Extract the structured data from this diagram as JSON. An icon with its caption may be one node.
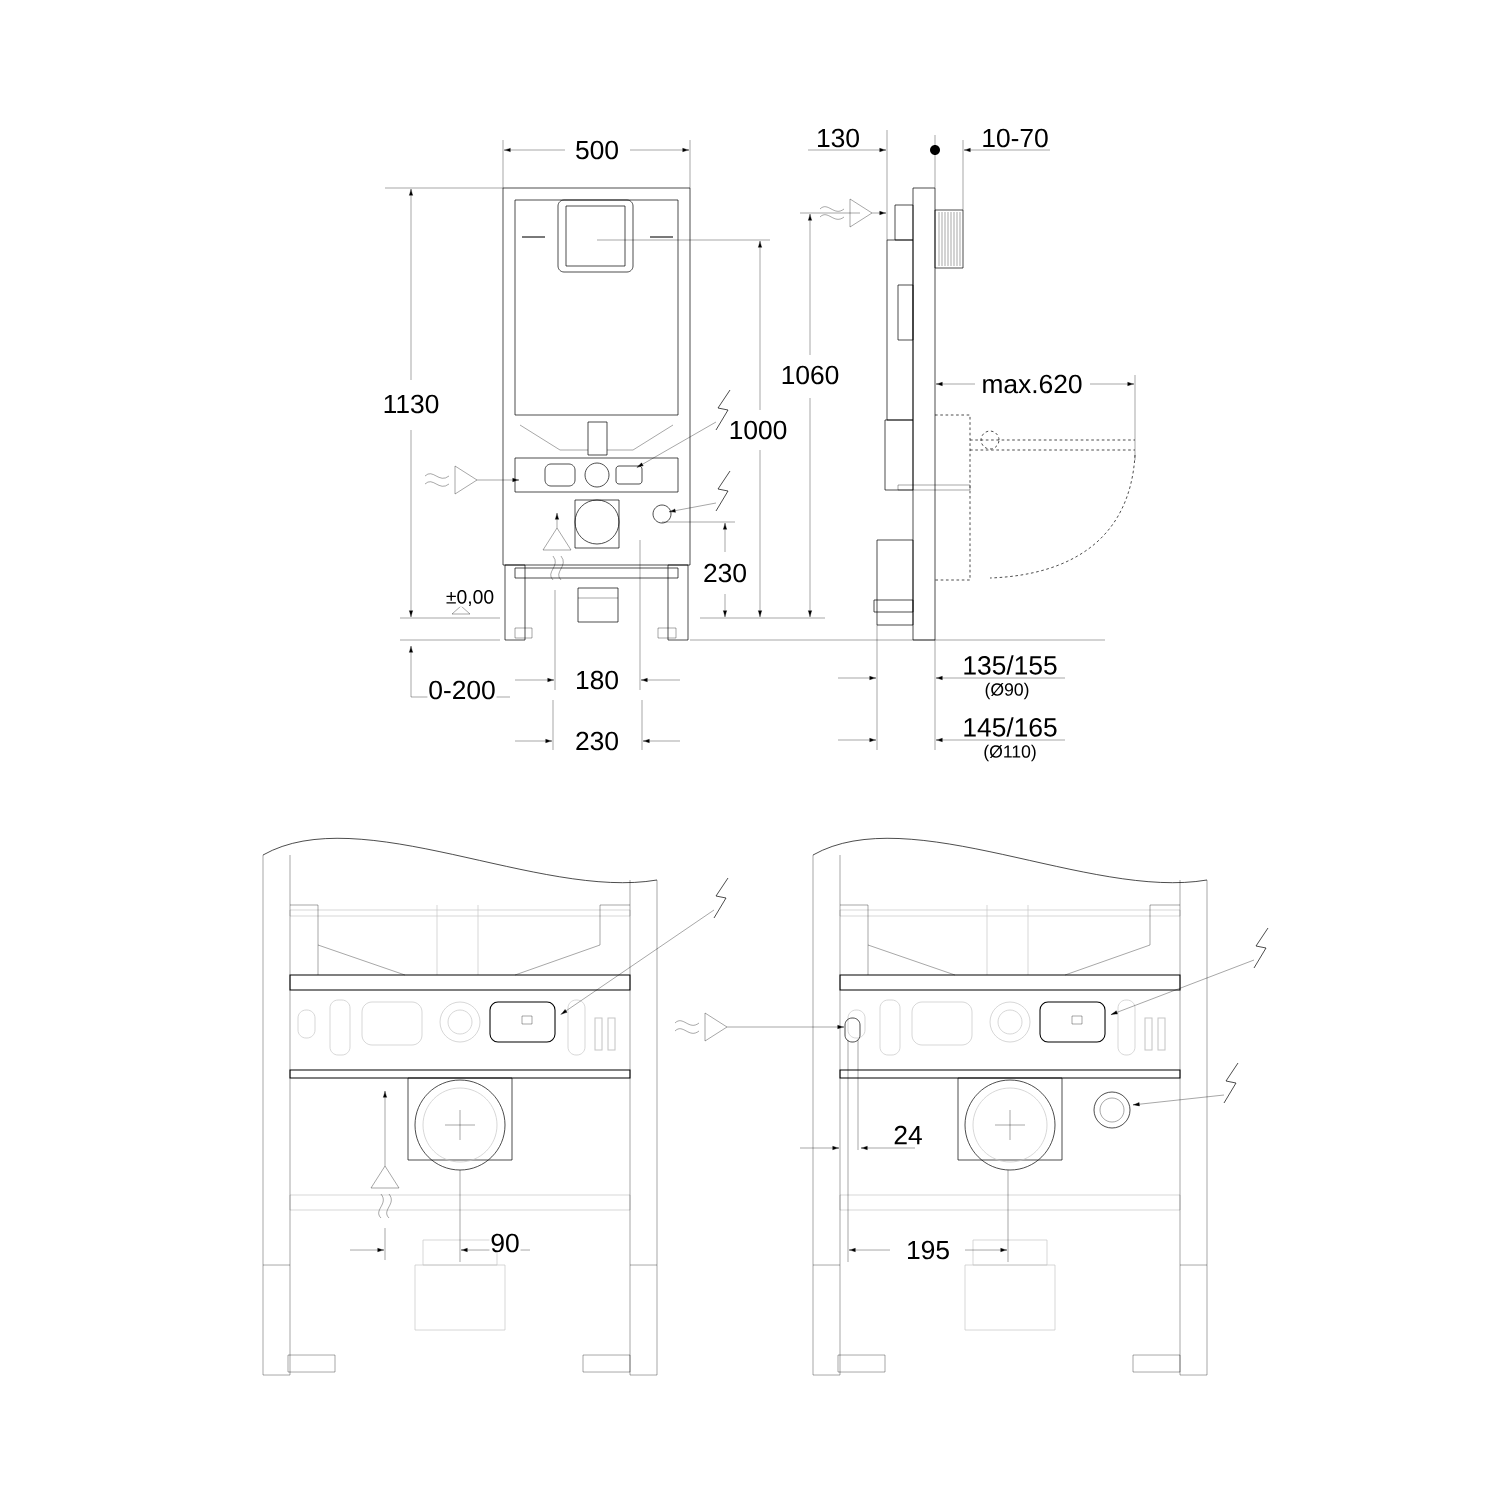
{
  "diagram": {
    "labels": [
      "500",
      "130",
      "10-70",
      "1060",
      "max.620",
      "1130",
      "1000",
      "230",
      "±0,00",
      "180",
      "0-200",
      "135/155",
      "(Ø90)",
      "230",
      "145/165",
      "(Ø110)",
      "24",
      "90",
      "195"
    ]
  }
}
